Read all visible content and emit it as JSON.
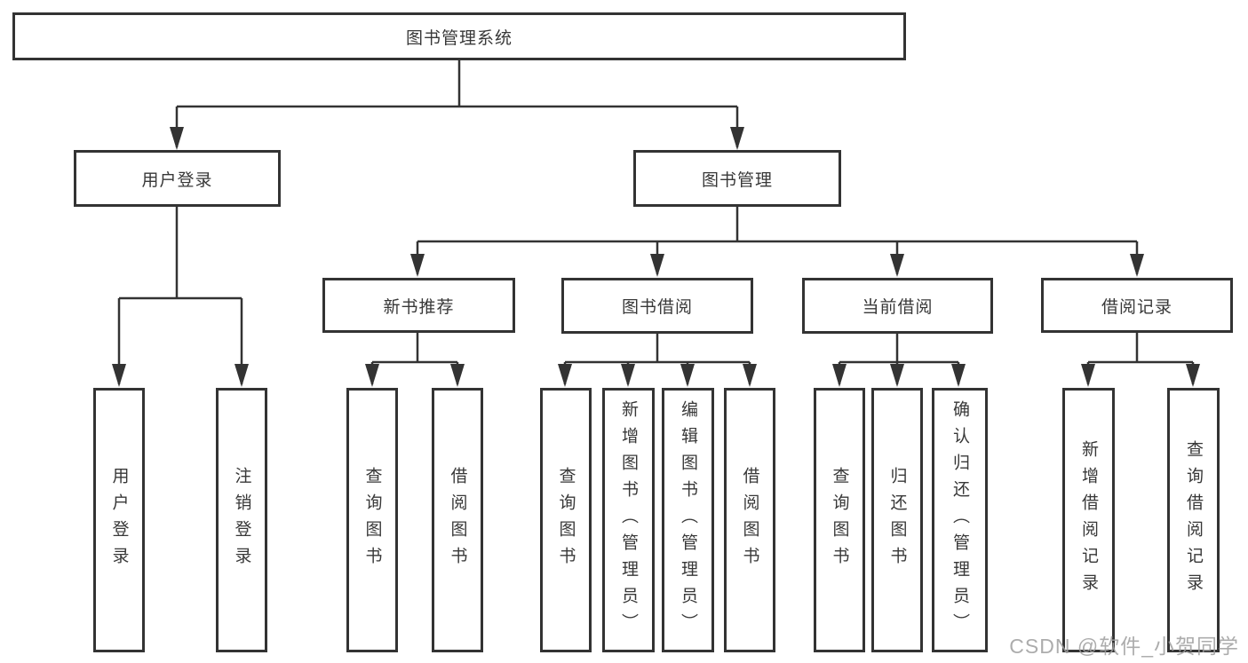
{
  "diagram_title": "图书管理系统",
  "tree": {
    "label": "图书管理系统",
    "children": [
      {
        "label": "用户登录",
        "children": [
          {
            "label": "用户登录"
          },
          {
            "label": "注销登录"
          }
        ]
      },
      {
        "label": "图书管理",
        "children": [
          {
            "label": "新书推荐",
            "children": [
              {
                "label": "查询图书"
              },
              {
                "label": "借阅图书"
              }
            ]
          },
          {
            "label": "图书借阅",
            "children": [
              {
                "label": "查询图书"
              },
              {
                "label": "新增图书（管理员）"
              },
              {
                "label": "编辑图书（管理员）"
              },
              {
                "label": "借阅图书"
              }
            ]
          },
          {
            "label": "当前借阅",
            "children": [
              {
                "label": "查询图书"
              },
              {
                "label": "归还图书"
              },
              {
                "label": "确认归还（管理员）"
              }
            ]
          },
          {
            "label": "借阅记录",
            "children": [
              {
                "label": "新增借阅记录"
              },
              {
                "label": "查询借阅记录"
              }
            ]
          }
        ]
      }
    ]
  },
  "watermark": {
    "text": "CSDN @软件_小贺同学"
  },
  "colors": {
    "line": "#333333",
    "box_border": "#333333",
    "text": "#383838",
    "background": "#ffffff",
    "watermark": "#9e9e9e"
  }
}
